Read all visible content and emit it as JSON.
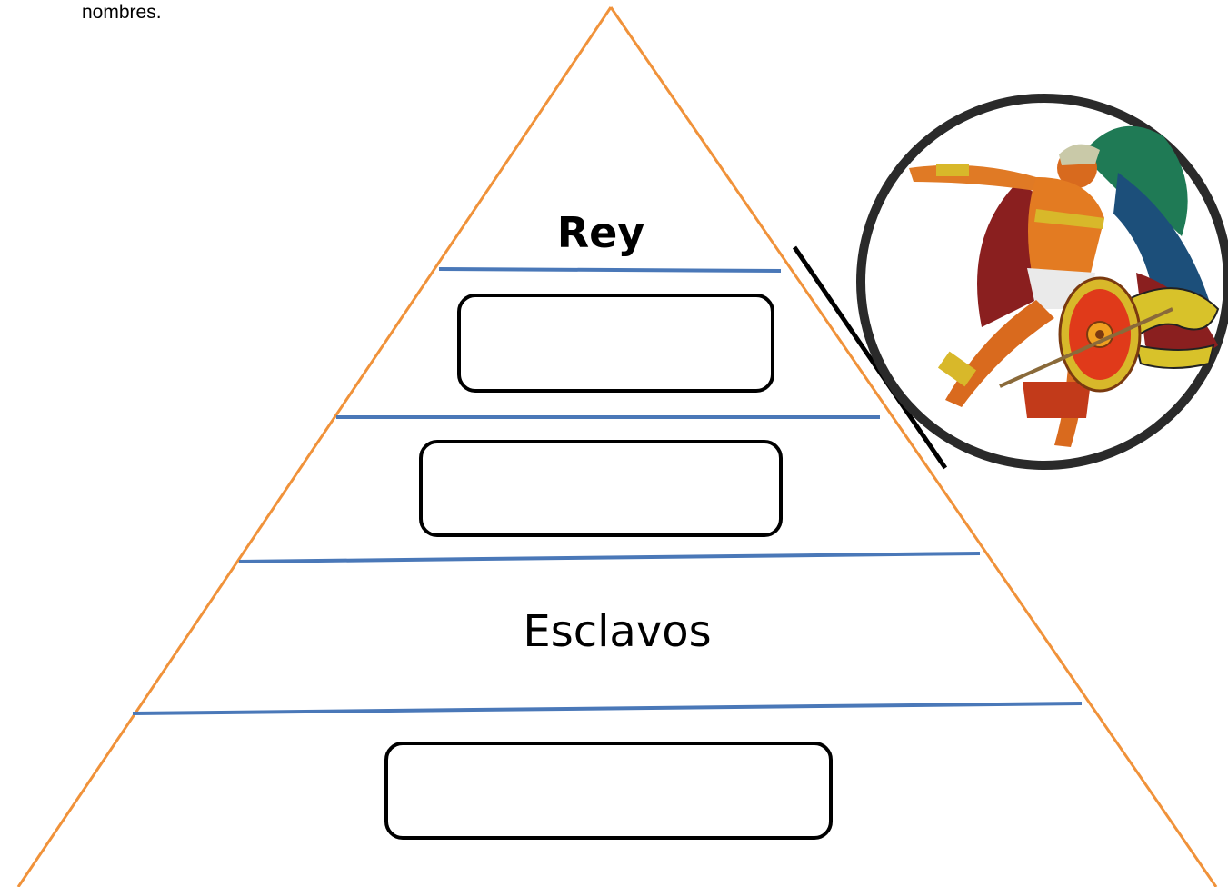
{
  "instruction_fragment": "nombres.",
  "pyramid": {
    "top_label": "Rey",
    "middle_label": "Esclavos",
    "blank_boxes": [
      "",
      "",
      ""
    ]
  },
  "colors": {
    "pyramid_outline": "#F0923A",
    "tier_lines": "#4A78B8",
    "box_border": "#000000"
  },
  "illustration": {
    "icon": "aztec-warrior-medallion-icon"
  }
}
